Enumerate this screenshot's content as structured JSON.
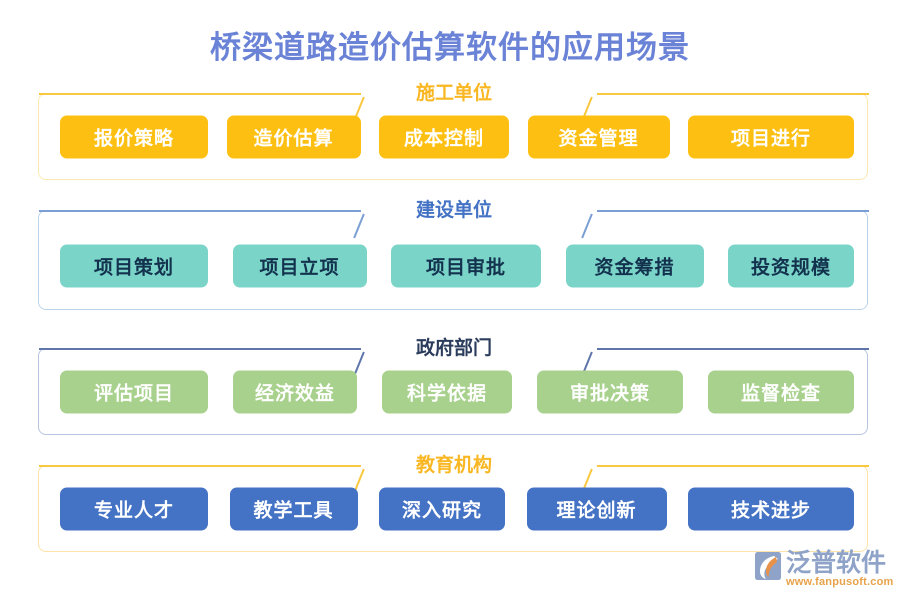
{
  "page": {
    "title": "桥梁道路造价估算软件的应用场景",
    "background_color": "#ffffff",
    "title_color": "#6b83d6"
  },
  "sections": [
    {
      "label": "施工单位",
      "label_color": "#f9b723",
      "chip_color": "#fdc012",
      "chip_text_color": "#ffffff",
      "border_color": "#fde9b0",
      "items": [
        {
          "label": "报价策略"
        },
        {
          "label": "造价估算"
        },
        {
          "label": "成本控制"
        },
        {
          "label": "资金管理"
        },
        {
          "label": "项目进行"
        }
      ]
    },
    {
      "label": "建设单位",
      "label_color": "#4472c4",
      "chip_color": "#7ad4c8",
      "chip_text_color": "#13324e",
      "border_color": "#bcd3ea",
      "items": [
        {
          "label": "项目策划"
        },
        {
          "label": "项目立项"
        },
        {
          "label": "项目审批"
        },
        {
          "label": "资金筹措"
        },
        {
          "label": "投资规模"
        }
      ]
    },
    {
      "label": "政府部门",
      "label_color": "#2b3c5c",
      "chip_color": "#a8d18d",
      "chip_text_color": "#ffffff",
      "border_color": "#b9c4e2",
      "items": [
        {
          "label": "评估项目"
        },
        {
          "label": "经济效益"
        },
        {
          "label": "科学依据"
        },
        {
          "label": "审批决策"
        },
        {
          "label": "监督检查"
        }
      ]
    },
    {
      "label": "教育机构",
      "label_color": "#f9b723",
      "chip_color": "#4472c4",
      "chip_text_color": "#ffffff",
      "border_color": "#fde3a8",
      "items": [
        {
          "label": "专业人才"
        },
        {
          "label": "教学工具"
        },
        {
          "label": "深入研究"
        },
        {
          "label": "理论创新"
        },
        {
          "label": "技术进步"
        }
      ]
    }
  ],
  "logo": {
    "icon": "fanpu-swoosh-logo-icon",
    "name": "泛普软件",
    "url": "www.fanpusoft.com",
    "name_color": "#8fa3c8",
    "url_color": "#e8a24a"
  }
}
